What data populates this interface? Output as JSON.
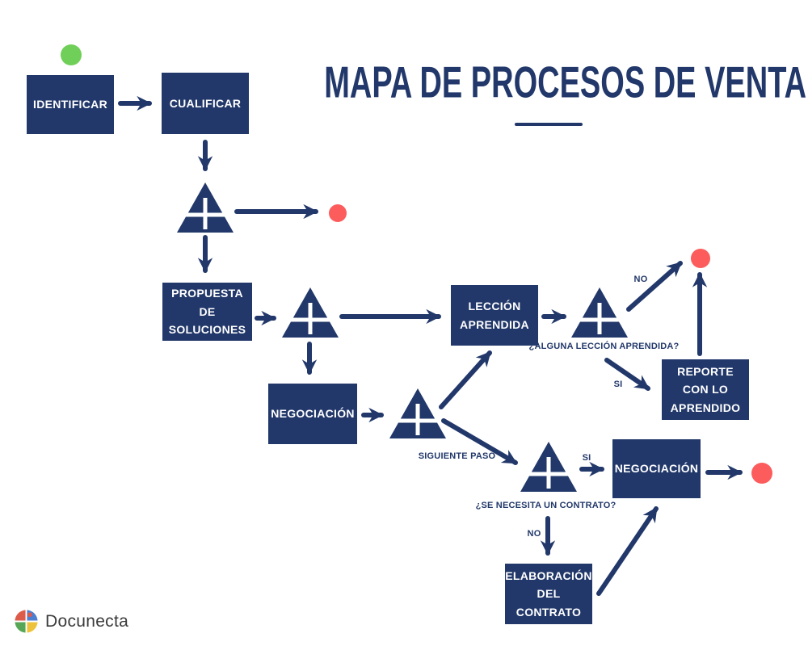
{
  "title": {
    "text": "MAPA DE PROCESOS DE VENTA"
  },
  "colors": {
    "navy": "#22386a",
    "end_dot_red": "#fc5c5c",
    "start_dot_green": "#70cf58",
    "box_text": "#ffffff",
    "logo_text": "#3b3b3b"
  },
  "nodes": {
    "identificar": {
      "label": "IDENTIFICAR"
    },
    "cualificar": {
      "label": "CUALIFICAR"
    },
    "propuesta": {
      "label": "PROPUESTA DE SOLUCIONES"
    },
    "negociacion_mid": {
      "label": "NEGOCIACIÓN"
    },
    "leccion": {
      "label": "LECCIÓN APRENDIDA"
    },
    "reporte": {
      "label": "REPORTE CON LO APRENDIDO"
    },
    "negociacion_final": {
      "label": "NEGOCIACIÓN"
    },
    "elaboracion": {
      "label": "ELABORACIÓN DEL CONTRATO"
    }
  },
  "decision_labels": {
    "siguiente_paso": "SIGUIENTE PASO",
    "alguna_leccion": "¿ALGUNA LECCIÓN APRENDIDA?",
    "se_necesita_contrato": "¿SE NECESITA UN CONTRATO?",
    "no_top": "NO",
    "si_reporte": "SI",
    "si_contrato": "SI",
    "no_contrato": "NO"
  },
  "markers": {
    "start": "green-start-dot",
    "ends": [
      "red-end-dot-after-cualificar",
      "red-end-dot-top-right",
      "red-end-dot-final"
    ]
  },
  "edges": [
    {
      "from": "identificar",
      "to": "cualificar",
      "label": ""
    },
    {
      "from": "cualificar",
      "to": "connector-1",
      "label": ""
    },
    {
      "from": "connector-1",
      "to": "end-dot-1",
      "label": ""
    },
    {
      "from": "connector-1",
      "to": "propuesta",
      "label": ""
    },
    {
      "from": "propuesta",
      "to": "connector-2",
      "label": ""
    },
    {
      "from": "connector-2",
      "to": "leccion",
      "label": ""
    },
    {
      "from": "connector-2",
      "to": "negociacion_mid",
      "label": ""
    },
    {
      "from": "negociacion_mid",
      "to": "connector-3",
      "label": ""
    },
    {
      "from": "connector-3",
      "to": "leccion",
      "label": ""
    },
    {
      "from": "connector-3",
      "to": "connector-4",
      "label": "SIGUIENTE PASO"
    },
    {
      "from": "leccion",
      "to": "connector-5",
      "label": ""
    },
    {
      "from": "connector-5",
      "to": "end-dot-2",
      "label": "NO"
    },
    {
      "from": "connector-5",
      "to": "reporte",
      "label": "SI"
    },
    {
      "from": "reporte",
      "to": "end-dot-2",
      "label": ""
    },
    {
      "from": "connector-4",
      "to": "negociacion_final",
      "label": "SI"
    },
    {
      "from": "connector-4",
      "to": "elaboracion",
      "label": "NO"
    },
    {
      "from": "elaboracion",
      "to": "negociacion_final",
      "label": ""
    },
    {
      "from": "negociacion_final",
      "to": "end-dot-3",
      "label": ""
    }
  ],
  "brand": {
    "name": "Docunecta"
  }
}
